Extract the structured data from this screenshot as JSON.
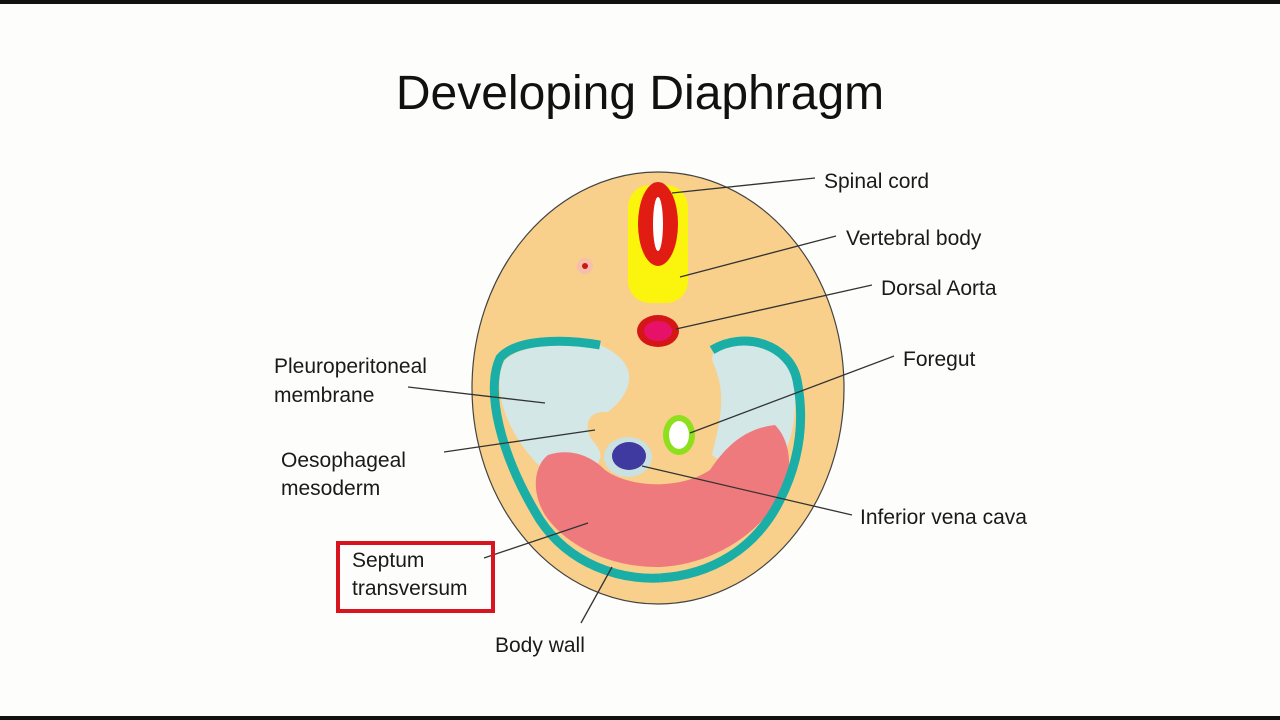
{
  "title": "Developing Diaphragm",
  "labels": {
    "spinal_cord": "Spinal cord",
    "vertebral_body": "Vertebral body",
    "dorsal_aorta": "Dorsal Aorta",
    "foregut": "Foregut",
    "pleuroperitoneal_1": "Pleuroperitoneal",
    "pleuroperitoneal_2": "membrane",
    "oesophageal_1": "Oesophageal",
    "oesophageal_2": "mesoderm",
    "inferior_vena_cava": "Inferior vena cava",
    "septum_1": "Septum",
    "septum_2": "transversum",
    "body_wall": "Body wall"
  },
  "colors": {
    "body": "#f8d08c",
    "cavity": "#d2e7e6",
    "membrane": "#1aaea6",
    "septum": "#ef7a7e",
    "vertebra": "#fbf50e",
    "spinal_cord": "#e11c12",
    "aorta": "#e8116a",
    "vena_cava": "#3e3aa0",
    "foregut_ring": "#8ee01c",
    "highlight_box": "#d8141f"
  }
}
